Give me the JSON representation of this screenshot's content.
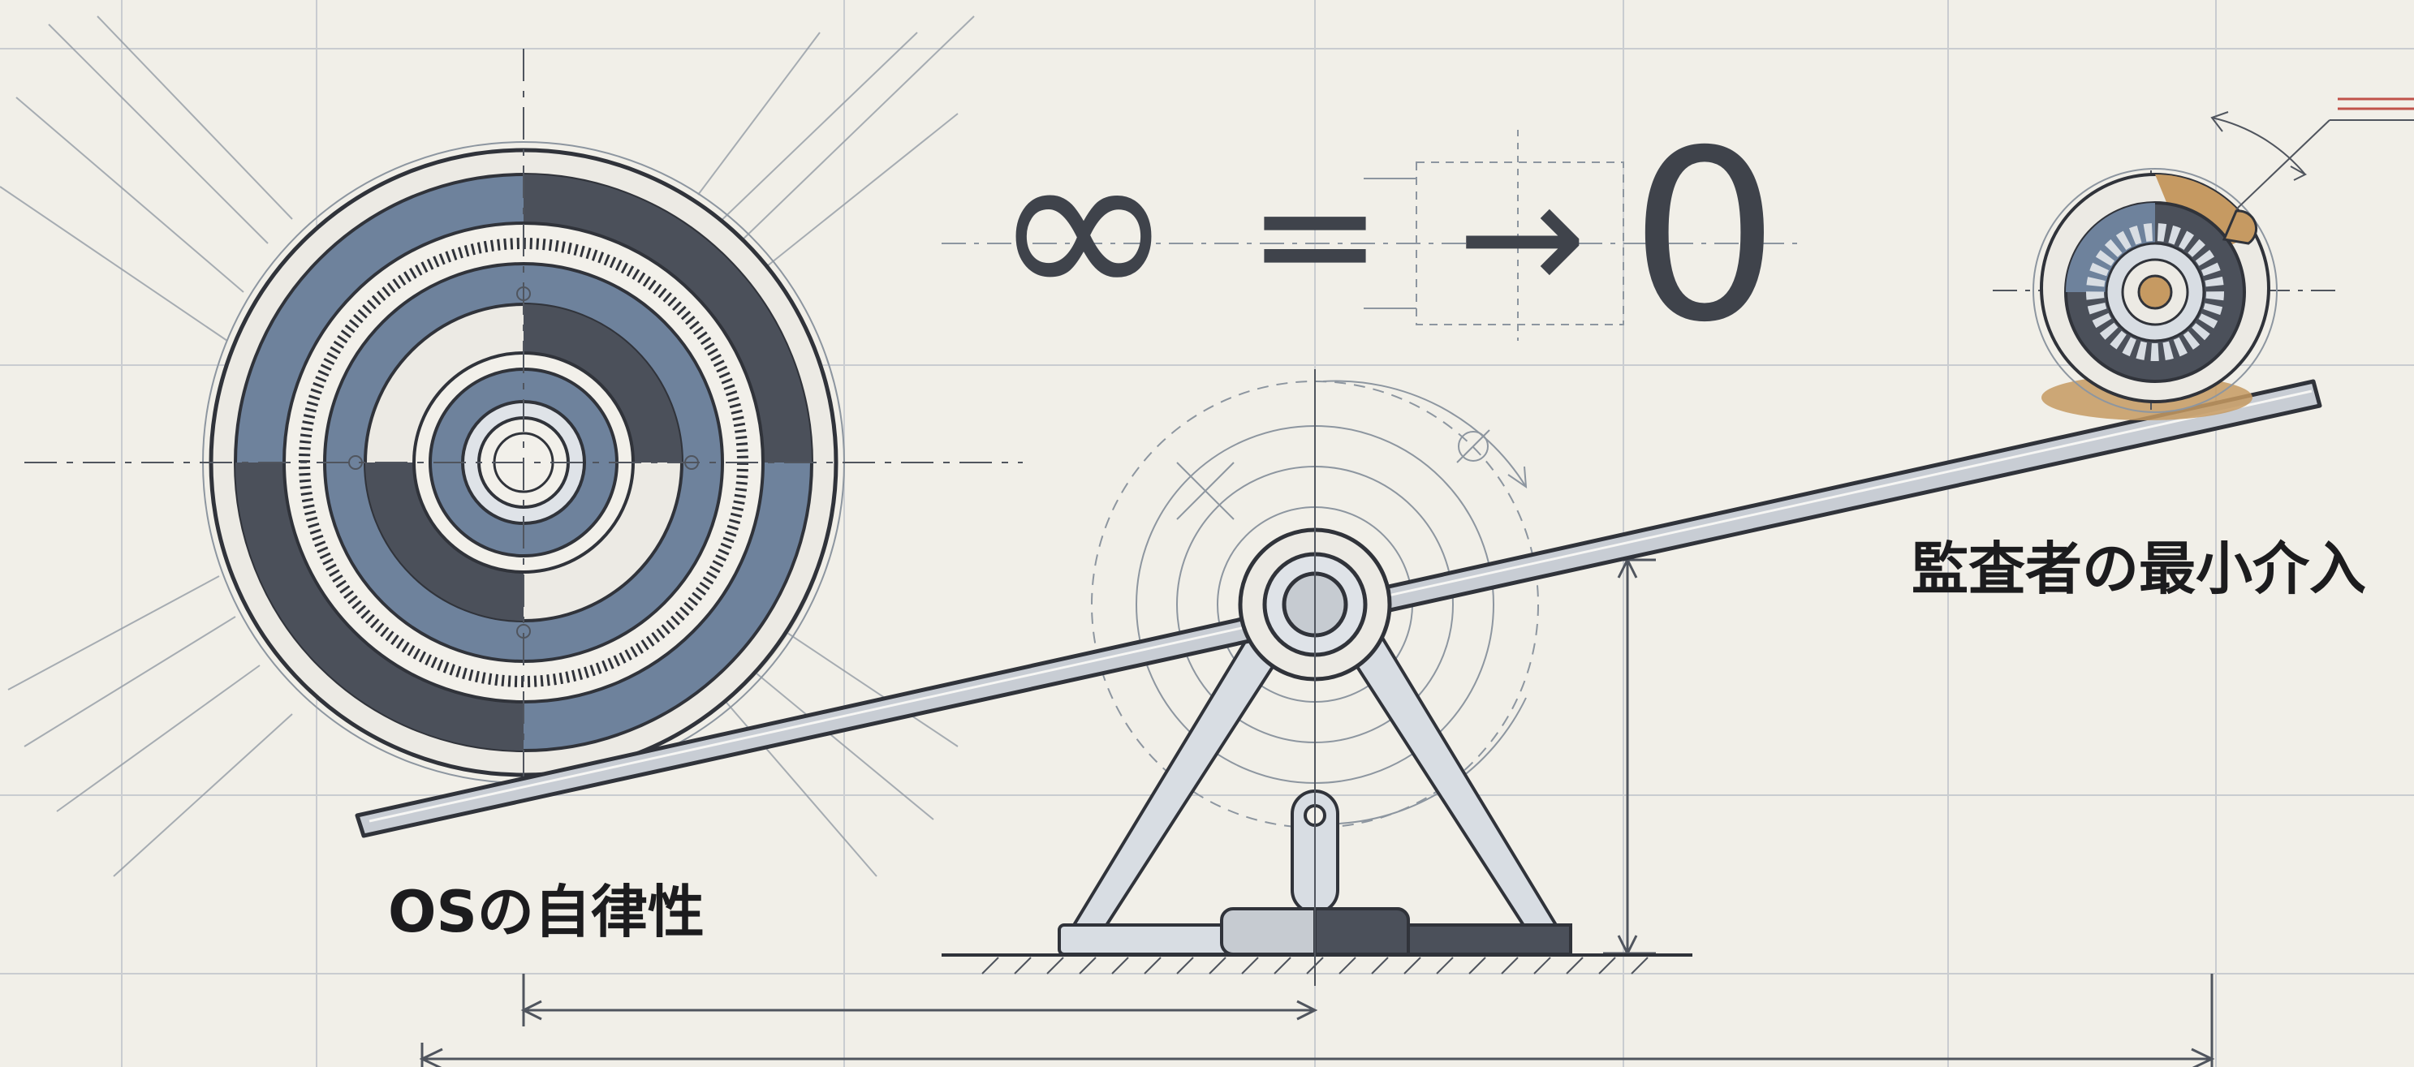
{
  "diagram": {
    "formula": {
      "left_symbol": "∞",
      "relation": "=",
      "arrow": "→",
      "right_symbol": "0"
    },
    "labels": {
      "left_weight": "OSの自律性",
      "right_weight": "監査者の最小介入"
    },
    "colors": {
      "background": "#f1efe8",
      "steel_blue": "#6e829c",
      "dark_slate": "#4b505a",
      "line": "#30333a",
      "construction_line": "#9aa4ae",
      "bronze": "#c69a62"
    }
  }
}
